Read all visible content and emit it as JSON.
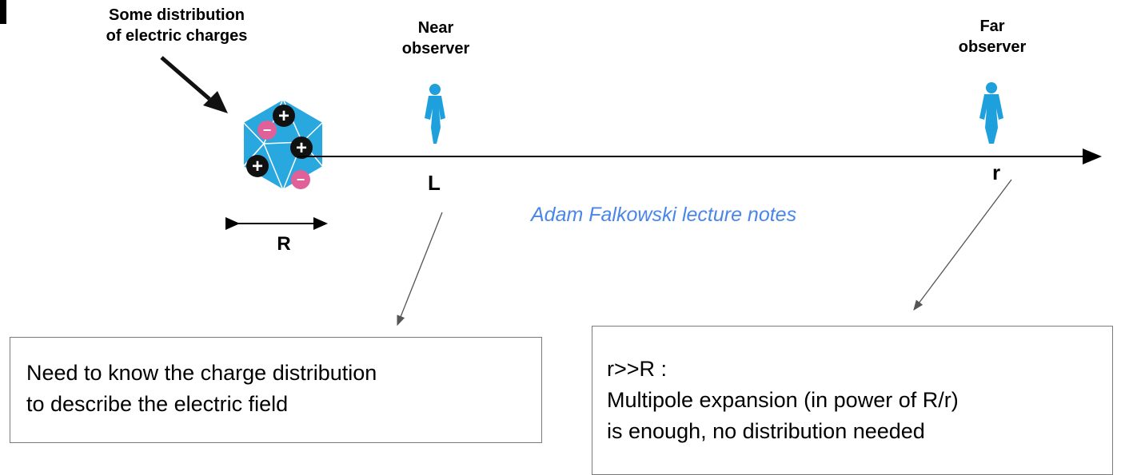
{
  "labels": {
    "source_line1": "Some distribution",
    "source_line2": "of electric charges",
    "near_line1": "Near",
    "near_line2": "observer",
    "far_line1": "Far",
    "far_line2": "observer",
    "near_position": "L",
    "far_position": "r",
    "size": "R",
    "credit": "Adam Falkowski lecture notes"
  },
  "charges": {
    "positive_symbol": "+",
    "negative_symbol": "−",
    "positive_count": 3,
    "negative_count": 2
  },
  "boxes": {
    "near": {
      "line1": "Need to know the charge distribution",
      "line2": "to describe the electric field"
    },
    "far": {
      "line1": "r>>R :",
      "line2": "Multipole expansion (in power of R/r)",
      "line3": "is enough, no distribution needed"
    }
  },
  "colors": {
    "sphere": "#29a8e0",
    "person": "#1ea0dc",
    "positive_charge": "#111111",
    "negative_charge": "#e0609a",
    "credit": "#4a86e8"
  }
}
